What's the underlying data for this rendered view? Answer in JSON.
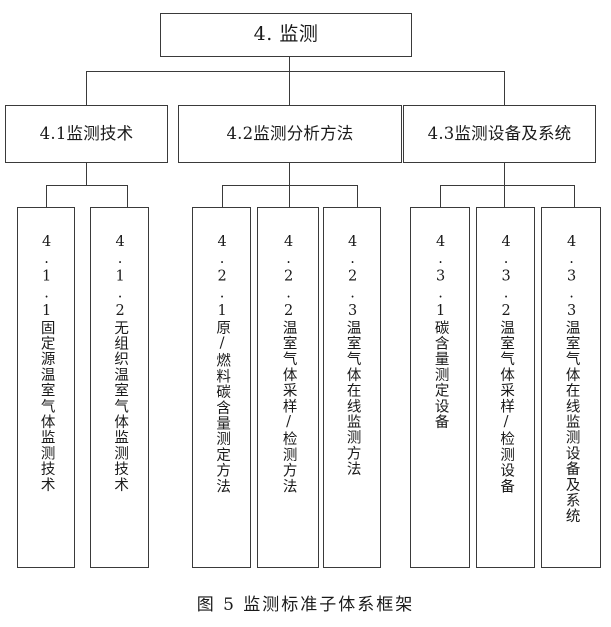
{
  "figure": {
    "caption": "图 5  监测标准子体系框架",
    "root": {
      "label": "4. 监测"
    },
    "branches": [
      {
        "label": "4.1监测技术",
        "children": [
          {
            "label": "4.1.1固定源温室气体监测技术"
          },
          {
            "label": "4.1.2无组织温室气体监测技术"
          }
        ]
      },
      {
        "label": "4.2监测分析方法",
        "children": [
          {
            "label": "4.2.1原/燃料碳含量测定方法"
          },
          {
            "label": "4.2.2温室气体采样/检测方法"
          },
          {
            "label": "4.2.3温室气体在线监测方法"
          }
        ]
      },
      {
        "label": "4.3监测设备及系统",
        "children": [
          {
            "label": "4.3.1碳含量测定设备"
          },
          {
            "label": "4.3.2温室气体采样/检测设备"
          },
          {
            "label": "4.3.3温室气体在线监测设备及系统"
          }
        ]
      }
    ]
  },
  "colors": {
    "line": "#3a3a3a",
    "text": "#1a1a1a",
    "background": "#ffffff"
  }
}
